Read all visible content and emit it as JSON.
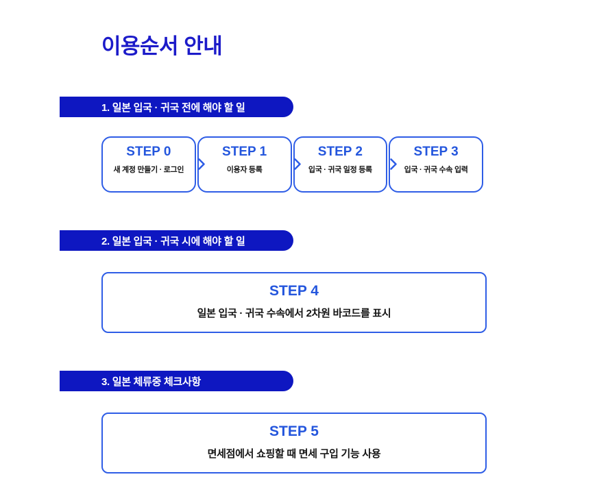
{
  "page": {
    "title": "이용순서 안내"
  },
  "colors": {
    "banner_blue": "#0e17c1",
    "title_blue": "#1c1bc9",
    "accent_border_blue": "#2e5de6",
    "step_label_blue": "#2456dd",
    "body_text_dark": "#141414",
    "background": "#ffffff"
  },
  "sections": [
    {
      "banner": "1. 일본 입국 · 귀국 전에 해야 할 일",
      "steps": [
        {
          "label": "STEP 0",
          "desc": "새 계정 만들기 · 로그인"
        },
        {
          "label": "STEP 1",
          "desc": "이용자 등록"
        },
        {
          "label": "STEP 2",
          "desc": "입국 · 귀국 일정 등록"
        },
        {
          "label": "STEP 3",
          "desc": "입국 · 귀국 수속 입력"
        }
      ]
    },
    {
      "banner": "2. 일본 입국 · 귀국 시에 해야 할 일",
      "steps": [
        {
          "label": "STEP 4",
          "desc": "일본 입국 · 귀국 수속에서 2차원 바코드를 표시"
        }
      ]
    },
    {
      "banner": "3. 일본 체류중 체크사항",
      "steps": [
        {
          "label": "STEP 5",
          "desc": "면세점에서 쇼핑할 때 면세 구입 기능 사용"
        }
      ]
    }
  ]
}
